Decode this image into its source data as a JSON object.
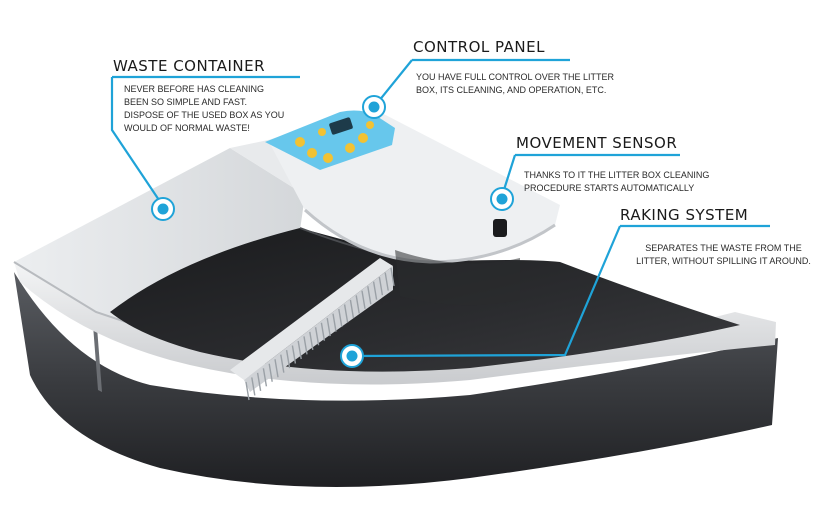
{
  "accent_color": "#1fa3d8",
  "callouts": {
    "waste": {
      "title": "WASTE CONTAINER",
      "desc": "NEVER BEFORE HAS CLEANING BEEN SO SIMPLE AND FAST. DISPOSE OF THE USED BOX AS YOU WOULD OF NORMAL WASTE!"
    },
    "control": {
      "title": "CONTROL PANEL",
      "desc": "YOU HAVE FULL CONTROL OVER THE LITTER BOX, ITS CLEANING, AND OPERATION, ETC."
    },
    "sensor": {
      "title": "MOVEMENT SENSOR",
      "desc": "THANKS TO IT THE LITTER BOX CLEANING PROCEDURE STARTS AUTOMATICALLY"
    },
    "raking": {
      "title": "RAKING SYSTEM",
      "desc": "SEPARATES THE WASTE FROM THE LITTER, WITHOUT SPILLING IT AROUND."
    }
  }
}
